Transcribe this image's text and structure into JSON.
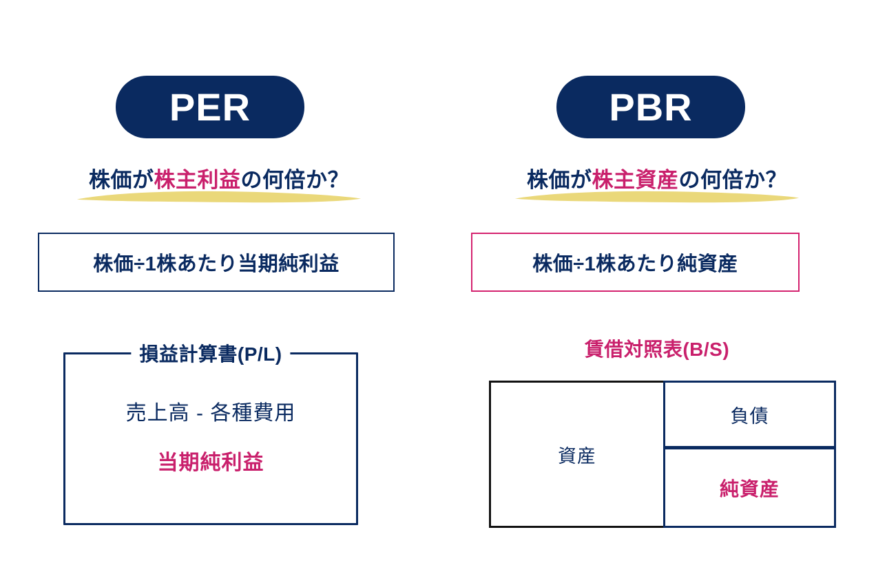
{
  "colors": {
    "navy": "#0a2a60",
    "magenta": "#c9206c",
    "magenta_border": "#d4226f",
    "highlight_yellow": "#ead87a",
    "black": "#111111",
    "background": "#ffffff"
  },
  "left": {
    "badge_label": "PER",
    "subtitle": {
      "before": "株価が",
      "accent": "株主利益",
      "after": "の何倍か？",
      "full": "株価が株主利益の何倍か？",
      "highlight": "marker-underline"
    },
    "formula": "株価÷1株あたり当期純利益",
    "diagram": {
      "legend": "損益計算書(P/L)",
      "line1": "売上高 - 各種費用",
      "line2": "当期純利益"
    }
  },
  "right": {
    "badge_label": "PBR",
    "subtitle": {
      "before": "株価が",
      "accent": "株主資産",
      "after": "の何倍か？",
      "full": "株価が株主資産の何倍か？",
      "highlight": "marker-underline"
    },
    "formula": "株価÷1株あたり純資産",
    "diagram": {
      "title": "賃借対照表(B/S)",
      "assets": "資産",
      "liabilities": "負債",
      "equity": "純資産"
    }
  }
}
